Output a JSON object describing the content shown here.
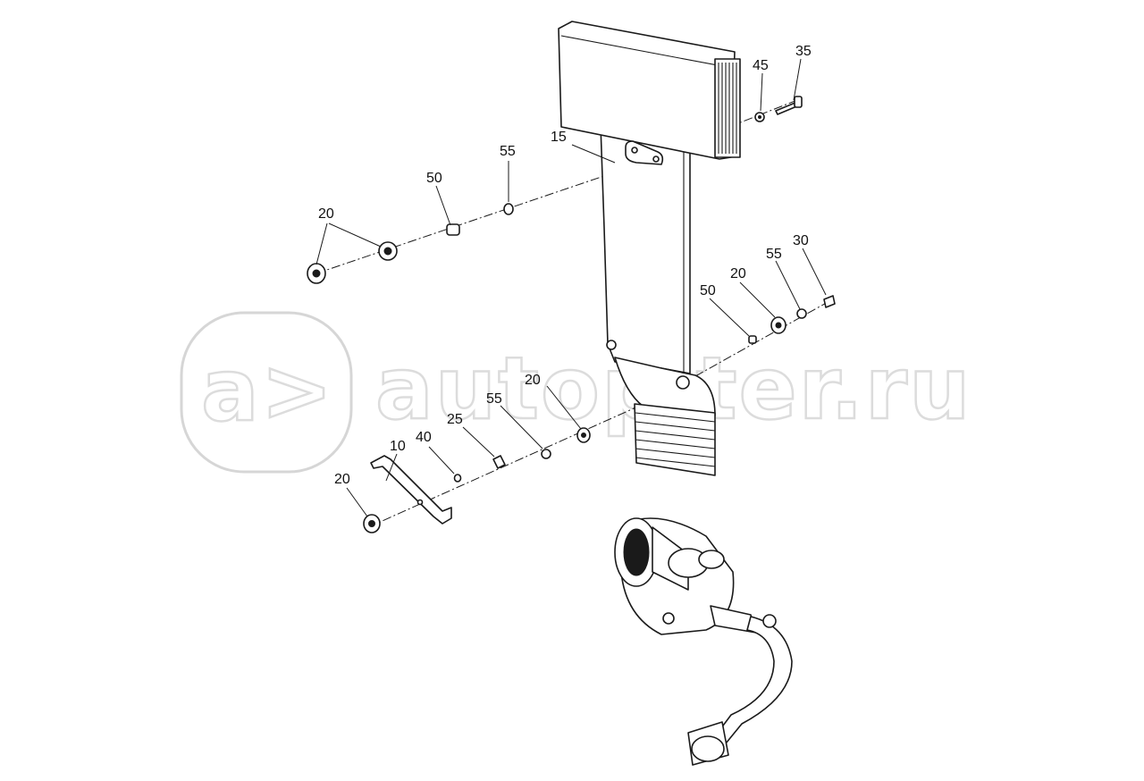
{
  "watermark": {
    "logo_text": "a>",
    "site_text": "autopiter.ru",
    "color": "#d6d6d6"
  },
  "callouts": [
    {
      "id": "c35",
      "text": "35"
    },
    {
      "id": "c45",
      "text": "45"
    },
    {
      "id": "c15",
      "text": "15"
    },
    {
      "id": "c55a",
      "text": "55"
    },
    {
      "id": "c50a",
      "text": "50"
    },
    {
      "id": "c20a",
      "text": "20"
    },
    {
      "id": "c30",
      "text": "30"
    },
    {
      "id": "c55b",
      "text": "55"
    },
    {
      "id": "c20b",
      "text": "20"
    },
    {
      "id": "c50b",
      "text": "50"
    },
    {
      "id": "c20c",
      "text": "20"
    },
    {
      "id": "c55c",
      "text": "55"
    },
    {
      "id": "c25",
      "text": "25"
    },
    {
      "id": "c40",
      "text": "40"
    },
    {
      "id": "c10",
      "text": "10"
    },
    {
      "id": "c20d",
      "text": "20"
    }
  ],
  "colors": {
    "line": "#1a1a1a",
    "background": "#ffffff"
  }
}
